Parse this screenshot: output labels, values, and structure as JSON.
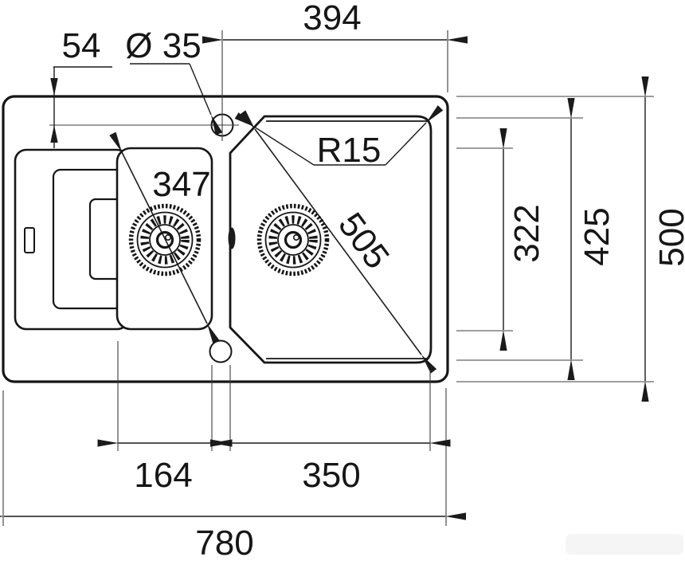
{
  "drawing": {
    "colors": {
      "line": "#161616",
      "background": "#ffffff",
      "watermark": "#f2f2f2"
    },
    "labels": {
      "top_width": "394",
      "faucet_offset": "54",
      "faucet_hole_diameter": "Ø 35",
      "corner_radius": "R15",
      "small_bowl_diagonal": "347",
      "main_bowl_diagonal": "505",
      "small_bowl_depth": "322",
      "bowls_depth": "425",
      "overall_depth": "500",
      "small_bowl_width": "164",
      "main_bowl_width": "350",
      "overall_width": "780"
    }
  }
}
